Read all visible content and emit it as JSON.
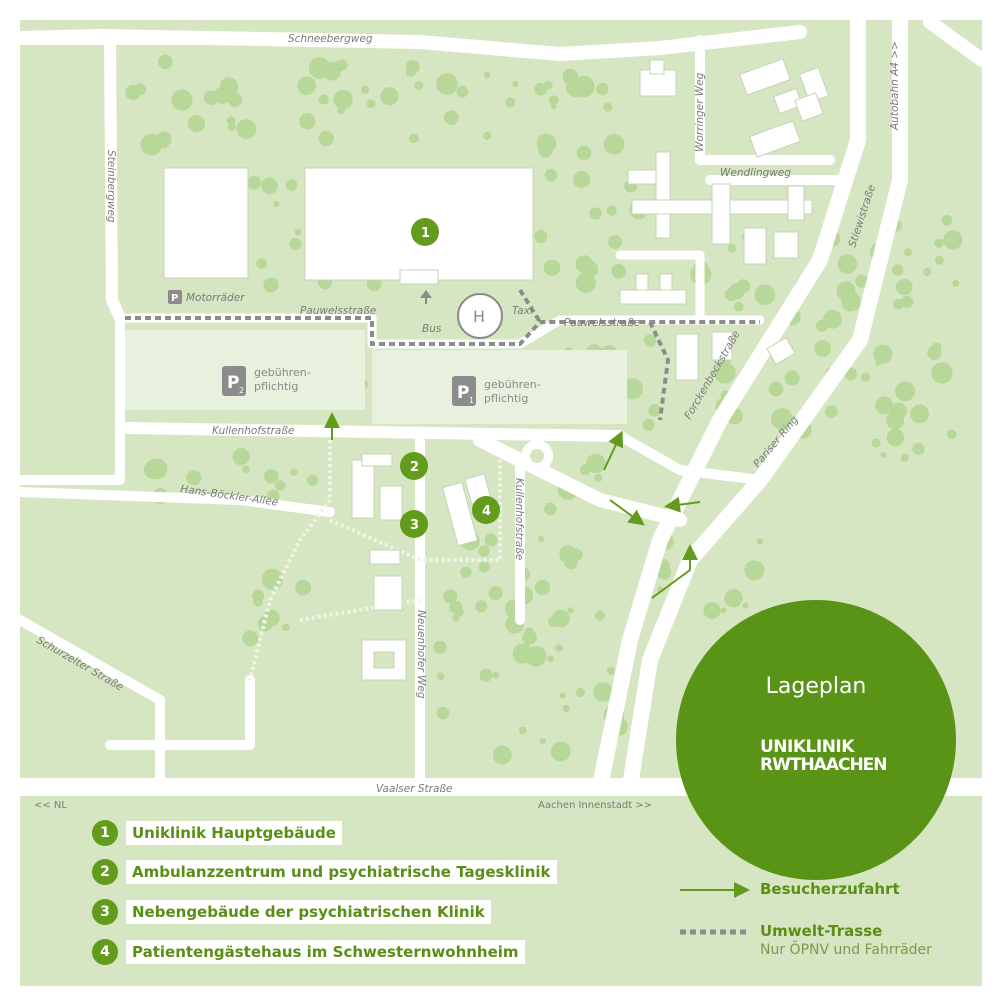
{
  "title": "Lageplan",
  "logo": {
    "line1": "UNIKLINIK",
    "line2": "RWTHAACHEN"
  },
  "colors": {
    "land": "#d6e6c2",
    "road": "#ffffff",
    "tree": "#b8d89a",
    "building": "#ffffff",
    "accent": "#639b1c",
    "circle": "#5a9416",
    "trasse": "#8c8c8c"
  },
  "streets": {
    "schneebergweg": "Schneebergweg",
    "steinbergweg": "Steinbergweg",
    "worringer": "Worringer Weg",
    "wendlingweg": "Wendlingweg",
    "autobahn": "Autobahn A4 >>",
    "stiewi": "Stiewistraße",
    "pauwels_left": "Pauwelsstraße",
    "pauwels_right": "Pauwelsstraße",
    "forckenbeck": "Forckenbeckstraße",
    "pariser": "Pariser Ring",
    "kullenhof_h": "Kullenhofstraße",
    "kullenhof_v": "Kullenhofstraße",
    "hansboeckler": "Hans-Böckler-Allee",
    "neuenhofer": "Neuenhofer Weg",
    "schurzelter": "Schurzelter Straße",
    "vaalser": "Vaalser Straße"
  },
  "map_labels": {
    "motorraeder": "Motorräder",
    "p_letter": "P",
    "bus": "Bus",
    "taxi": "Taxi",
    "heli": "H",
    "p2_sub": "2",
    "p1_sub": "1",
    "p2_line1": "gebühren-",
    "p2_line2": "pflichtig",
    "p1_line1": "gebühren-",
    "p1_line2": "pflichtig",
    "nl": "<< NL",
    "innenstadt": "Aachen Innenstadt >>"
  },
  "markers": [
    "1",
    "2",
    "3",
    "4"
  ],
  "legend": {
    "items": [
      {
        "num": "1",
        "label": "Uniklinik Hauptgebäude"
      },
      {
        "num": "2",
        "label": "Ambulanzzentrum und psychiatrische Tagesklinik"
      },
      {
        "num": "3",
        "label": "Nebengebäude der psychiatrischen Klinik"
      },
      {
        "num": "4",
        "label": "Patientengästehaus im Schwesternwohnheim"
      }
    ],
    "besucher": "Besucherzufahrt",
    "umwelt": "Umwelt-Trasse",
    "umwelt_sub": "Nur ÖPNV und Fahrräder"
  }
}
